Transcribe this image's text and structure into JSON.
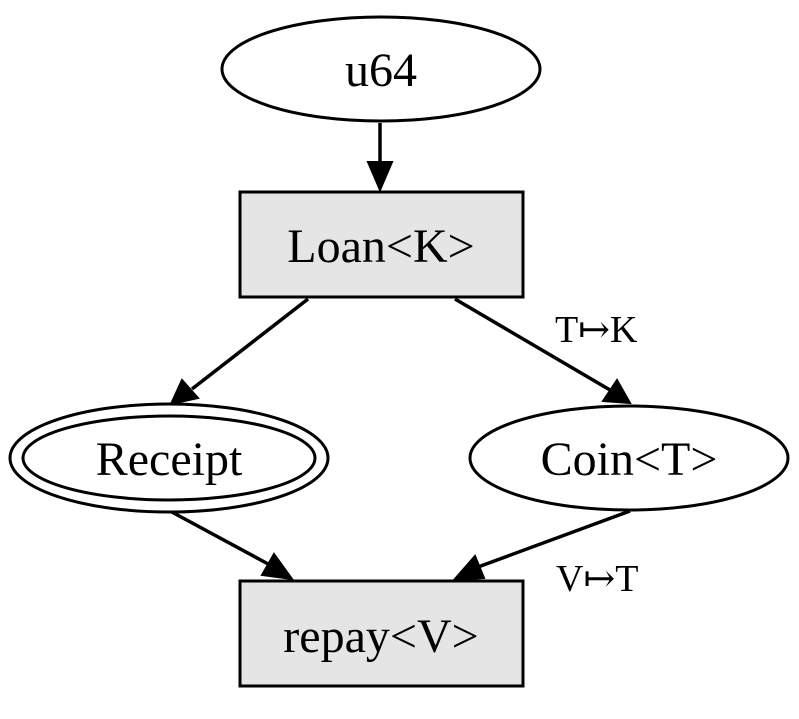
{
  "diagram": {
    "nodes": {
      "u64": {
        "label": "u64",
        "shape": "ellipse",
        "fill": "#ffffff"
      },
      "loan": {
        "label": "Loan<K>",
        "shape": "box",
        "fill": "#e5e5e5"
      },
      "receipt": {
        "label": "Receipt",
        "shape": "double-ellipse",
        "fill": "#ffffff"
      },
      "coin": {
        "label": "Coin<T>",
        "shape": "ellipse",
        "fill": "#ffffff"
      },
      "repay": {
        "label": "repay<V>",
        "shape": "box",
        "fill": "#e5e5e5"
      }
    },
    "edges": [
      {
        "from": "u64",
        "to": "loan",
        "label": ""
      },
      {
        "from": "loan",
        "to": "receipt",
        "label": ""
      },
      {
        "from": "loan",
        "to": "coin",
        "label": "T↦K"
      },
      {
        "from": "receipt",
        "to": "repay",
        "label": ""
      },
      {
        "from": "coin",
        "to": "repay",
        "label": "V↦T"
      }
    ]
  }
}
